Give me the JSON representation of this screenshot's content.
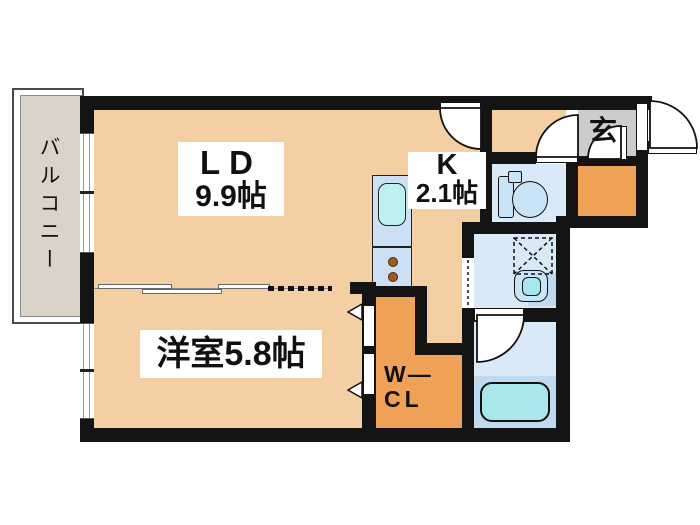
{
  "balcony": {
    "label": "バルコニー"
  },
  "living_dining": {
    "label": "LD",
    "area": "9.9帖"
  },
  "kitchen": {
    "label": "K",
    "area": "2.1帖"
  },
  "western_room": {
    "label": "洋室5.8帖"
  },
  "walk_in_closet": {
    "line1": "W—",
    "line2": "CL"
  },
  "entrance": {
    "label": "玄"
  },
  "fixtures": [
    "kitchen-sink",
    "two-burner-stove",
    "toilet",
    "washbasin",
    "washing-machine-space",
    "bathtub",
    "shoe-storage"
  ],
  "colors": {
    "wall": "#141414",
    "peach": "#f5cfa4",
    "orange": "#f0a158",
    "balcony": "#dbd3c8",
    "genkan": "#cccccc",
    "bluefloor": "#d9e9f8",
    "bluemid": "#bfd9f0",
    "counter": "#cbe0f4",
    "cyan": "#a9e7eb",
    "sink": "#bff0f0"
  }
}
